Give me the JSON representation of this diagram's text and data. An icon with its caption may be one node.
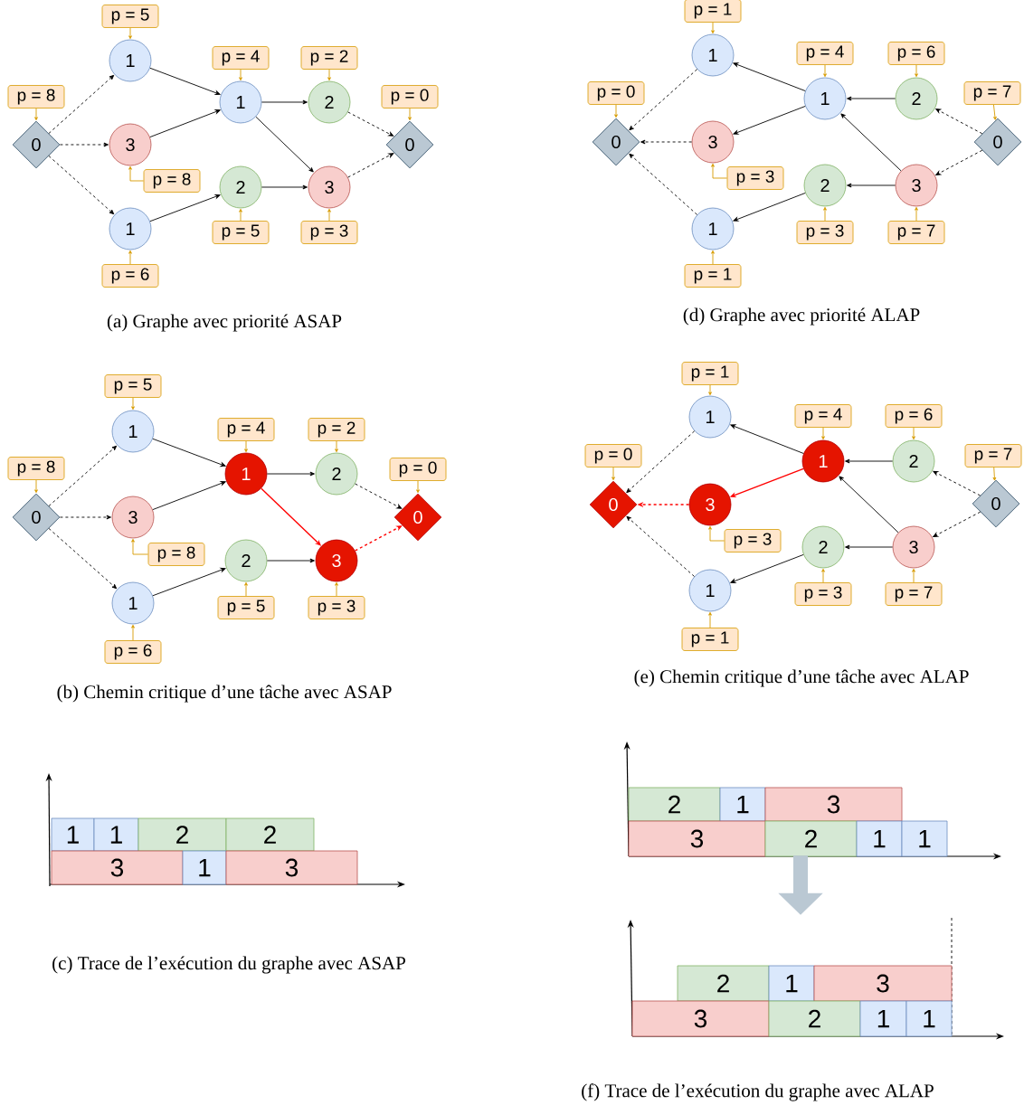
{
  "diagram": {
    "nodes": [
      {
        "text": [
          "0"
        ]
      },
      {
        "text": [
          "1"
        ]
      },
      {
        "text": [
          "3"
        ]
      },
      {
        "text": [
          "1"
        ]
      },
      {
        "text": [
          "1"
        ]
      },
      {
        "text": [
          "2"
        ]
      },
      {
        "text": [
          "2"
        ]
      },
      {
        "text": [
          "3"
        ]
      },
      {
        "text": [
          "0"
        ]
      },
      {
        "text": [
          "p = 8"
        ]
      },
      {
        "text": [
          "p = 5"
        ]
      },
      {
        "text": [
          "p = 8"
        ]
      },
      {
        "text": [
          "p = 6"
        ]
      },
      {
        "text": [
          "p = 4"
        ]
      },
      {
        "text": [
          "p = 2"
        ]
      },
      {
        "text": [
          "p = 5"
        ]
      },
      {
        "text": [
          "p = 3"
        ]
      },
      {
        "text": [
          "p = 0"
        ]
      },
      {
        "text": [
          "0"
        ]
      },
      {
        "text": [
          "1"
        ]
      },
      {
        "text": [
          "3"
        ]
      },
      {
        "text": [
          "1"
        ]
      },
      {
        "text": [
          "1"
        ]
      },
      {
        "text": [
          "2"
        ]
      },
      {
        "text": [
          "2"
        ]
      },
      {
        "text": [
          "3"
        ]
      },
      {
        "text": [
          "0"
        ]
      },
      {
        "text": [
          "p = 0"
        ]
      },
      {
        "text": [
          "p = 1"
        ]
      },
      {
        "text": [
          "p = 3"
        ]
      },
      {
        "text": [
          "p = 1"
        ]
      },
      {
        "text": [
          "p = 4"
        ]
      },
      {
        "text": [
          "p = 6"
        ]
      },
      {
        "text": [
          "p = 3"
        ]
      },
      {
        "text": [
          "p = 7"
        ]
      },
      {
        "text": [
          "p = 7"
        ]
      },
      {
        "text": [
          "0"
        ]
      },
      {
        "text": [
          "1"
        ]
      },
      {
        "text": [
          "3"
        ]
      },
      {
        "text": [
          "1"
        ]
      },
      {
        "text": [
          "1"
        ]
      },
      {
        "text": [
          "2"
        ]
      },
      {
        "text": [
          "2"
        ]
      },
      {
        "text": [
          "3"
        ]
      },
      {
        "text": [
          "0"
        ]
      },
      {
        "text": [
          "p = 8"
        ]
      },
      {
        "text": [
          "p = 5"
        ]
      },
      {
        "text": [
          "p = 8"
        ]
      },
      {
        "text": [
          "p = 6"
        ]
      },
      {
        "text": [
          "p = 4"
        ]
      },
      {
        "text": [
          "p = 2"
        ]
      },
      {
        "text": [
          "p = 5"
        ]
      },
      {
        "text": [
          "p = 3"
        ]
      },
      {
        "text": [
          "p = 0"
        ]
      },
      {
        "text": [
          "0"
        ]
      },
      {
        "text": [
          "1"
        ]
      },
      {
        "text": [
          "3"
        ]
      },
      {
        "text": [
          "1"
        ]
      },
      {
        "text": [
          "1"
        ]
      },
      {
        "text": [
          "2"
        ]
      },
      {
        "text": [
          "2"
        ]
      },
      {
        "text": [
          "3"
        ]
      },
      {
        "text": [
          "0"
        ]
      },
      {
        "text": [
          "p = 0"
        ]
      },
      {
        "text": [
          "p = 1"
        ]
      },
      {
        "text": [
          "p = 3"
        ]
      },
      {
        "text": [
          "p = 1"
        ]
      },
      {
        "text": [
          "p = 4"
        ]
      },
      {
        "text": [
          "p = 6"
        ]
      },
      {
        "text": [
          "p = 3"
        ]
      },
      {
        "text": [
          "p = 7"
        ]
      },
      {
        "text": [
          "p = 7"
        ]
      },
      {
        "text": [],
        "shape": "picture"
      },
      {
        "text": [
          "1"
        ],
        "in": 72
      },
      {
        "text": [
          "1"
        ],
        "in": 72
      },
      {
        "text": [
          "2"
        ],
        "in": 72
      },
      {
        "text": [
          "2"
        ],
        "in": 72
      },
      {
        "text": [
          "3"
        ],
        "in": 72
      },
      {
        "text": [
          "1"
        ],
        "in": 72
      },
      {
        "text": [
          "3"
        ],
        "in": 72
      },
      {
        "text": [],
        "shape": "picture"
      },
      {
        "text": [
          "2"
        ],
        "in": 80
      },
      {
        "text": [
          "1"
        ],
        "in": 80
      },
      {
        "text": [
          "3"
        ],
        "in": 80
      },
      {
        "text": [
          "3"
        ],
        "in": 80
      },
      {
        "text": [
          "2"
        ],
        "in": 80
      },
      {
        "text": [
          "1"
        ],
        "in": 80
      },
      {
        "text": [
          "1"
        ],
        "in": 80
      },
      {
        "text": [],
        "shape": "picture"
      },
      {
        "text": [
          "2"
        ],
        "in": 88
      },
      {
        "text": [
          "1"
        ],
        "in": 88
      },
      {
        "text": [
          "3"
        ],
        "in": 88
      },
      {
        "text": [
          "3"
        ],
        "in": 88
      },
      {
        "text": [
          "2"
        ],
        "in": 88
      },
      {
        "text": [
          "1"
        ],
        "in": 88
      },
      {
        "text": [
          "1"
        ],
        "in": 88
      }
    ],
    "edges": [
      {
        "from": 0,
        "to": 1,
        "arrow": "to",
        "style": "dashed"
      },
      {
        "from": 0,
        "to": 2,
        "arrow": "to",
        "style": "dashed"
      },
      {
        "from": 0,
        "to": 3,
        "arrow": "to",
        "style": "dashed"
      },
      {
        "from": 1,
        "to": 4,
        "arrow": "to"
      },
      {
        "from": 2,
        "to": 4,
        "arrow": "to"
      },
      {
        "from": 3,
        "to": 6,
        "arrow": "to"
      },
      {
        "from": 4,
        "to": 5,
        "arrow": "to"
      },
      {
        "from": 4,
        "to": 7,
        "arrow": "to"
      },
      {
        "from": 6,
        "to": 7,
        "arrow": "to"
      },
      {
        "from": 5,
        "to": 8,
        "arrow": "to",
        "style": "dashed"
      },
      {
        "from": 7,
        "to": 8,
        "arrow": "to",
        "style": "dashed"
      },
      {
        "from": 9,
        "to": 0,
        "arrow": "to",
        "color": "#d79b00"
      },
      {
        "from": 10,
        "to": 1,
        "arrow": "to",
        "color": "#d79b00"
      },
      {
        "from": 11,
        "to": 2,
        "arrow": "to",
        "color": "#d79b00"
      },
      {
        "from": 12,
        "to": 3,
        "arrow": "to",
        "color": "#d79b00"
      },
      {
        "from": 13,
        "to": 4,
        "arrow": "to",
        "color": "#d79b00"
      },
      {
        "from": 14,
        "to": 5,
        "arrow": "to",
        "color": "#d79b00"
      },
      {
        "from": 15,
        "to": 6,
        "arrow": "to",
        "color": "#d79b00"
      },
      {
        "from": 16,
        "to": 7,
        "arrow": "to",
        "color": "#d79b00"
      },
      {
        "from": 17,
        "to": 8,
        "arrow": "to",
        "color": "#d79b00"
      },
      {
        "from": 26,
        "to": 23,
        "arrow": "to",
        "style": "dashed"
      },
      {
        "from": 26,
        "to": 25,
        "arrow": "to",
        "style": "dashed"
      },
      {
        "from": 23,
        "to": 22,
        "arrow": "to"
      },
      {
        "from": 25,
        "to": 22,
        "arrow": "to"
      },
      {
        "from": 25,
        "to": 24,
        "arrow": "to"
      },
      {
        "from": 22,
        "to": 19,
        "arrow": "to"
      },
      {
        "from": 22,
        "to": 20,
        "arrow": "to"
      },
      {
        "from": 24,
        "to": 21,
        "arrow": "to"
      },
      {
        "from": 19,
        "to": 18,
        "arrow": "to",
        "style": "dashed"
      },
      {
        "from": 20,
        "to": 18,
        "arrow": "to",
        "style": "dashed"
      },
      {
        "from": 21,
        "to": 18,
        "arrow": "to",
        "style": "dashed"
      },
      {
        "from": 27,
        "to": 18,
        "arrow": "to",
        "color": "#d79b00"
      },
      {
        "from": 28,
        "to": 19,
        "arrow": "to",
        "color": "#d79b00"
      },
      {
        "from": 29,
        "to": 20,
        "arrow": "to",
        "color": "#d79b00"
      },
      {
        "from": 30,
        "to": 21,
        "arrow": "to",
        "color": "#d79b00"
      },
      {
        "from": 31,
        "to": 22,
        "arrow": "to",
        "color": "#d79b00"
      },
      {
        "from": 32,
        "to": 23,
        "arrow": "to",
        "color": "#d79b00"
      },
      {
        "from": 33,
        "to": 24,
        "arrow": "to",
        "color": "#d79b00"
      },
      {
        "from": 34,
        "to": 25,
        "arrow": "to",
        "color": "#d79b00"
      },
      {
        "from": 35,
        "to": 26,
        "arrow": "to",
        "color": "#d79b00"
      },
      {
        "from": 36,
        "to": 37,
        "arrow": "to",
        "style": "dashed"
      },
      {
        "from": 36,
        "to": 38,
        "arrow": "to",
        "style": "dashed"
      },
      {
        "from": 36,
        "to": 39,
        "arrow": "to",
        "style": "dashed"
      },
      {
        "from": 37,
        "to": 40,
        "arrow": "to"
      },
      {
        "from": 38,
        "to": 40,
        "arrow": "to"
      },
      {
        "from": 39,
        "to": 42,
        "arrow": "to"
      },
      {
        "from": 40,
        "to": 41,
        "arrow": "to"
      },
      {
        "from": 40,
        "to": 43,
        "arrow": "to",
        "color": "#ff0000"
      },
      {
        "from": 42,
        "to": 43,
        "arrow": "to"
      },
      {
        "from": 41,
        "to": 44,
        "arrow": "to",
        "style": "dashed"
      },
      {
        "from": 43,
        "to": 44,
        "arrow": "to",
        "style": "dashed",
        "color": "#ff0000"
      },
      {
        "from": 45,
        "to": 36,
        "arrow": "to",
        "color": "#d79b00"
      },
      {
        "from": 46,
        "to": 37,
        "arrow": "to",
        "color": "#d79b00"
      },
      {
        "from": 47,
        "to": 38,
        "arrow": "to",
        "color": "#d79b00"
      },
      {
        "from": 48,
        "to": 39,
        "arrow": "to",
        "color": "#d79b00"
      },
      {
        "from": 49,
        "to": 40,
        "arrow": "to",
        "color": "#d79b00"
      },
      {
        "from": 50,
        "to": 41,
        "arrow": "to",
        "color": "#d79b00"
      },
      {
        "from": 51,
        "to": 42,
        "arrow": "to",
        "color": "#d79b00"
      },
      {
        "from": 52,
        "to": 43,
        "arrow": "to",
        "color": "#d79b00"
      },
      {
        "from": 53,
        "to": 44,
        "arrow": "to",
        "color": "#d79b00"
      },
      {
        "from": 62,
        "to": 59,
        "arrow": "to",
        "style": "dashed"
      },
      {
        "from": 62,
        "to": 61,
        "arrow": "to",
        "style": "dashed"
      },
      {
        "from": 59,
        "to": 58,
        "arrow": "to"
      },
      {
        "from": 61,
        "to": 58,
        "arrow": "to"
      },
      {
        "from": 61,
        "to": 60,
        "arrow": "to"
      },
      {
        "from": 58,
        "to": 55,
        "arrow": "to"
      },
      {
        "from": 58,
        "to": 56,
        "arrow": "to",
        "color": "#ff0000"
      },
      {
        "from": 60,
        "to": 57,
        "arrow": "to"
      },
      {
        "from": 55,
        "to": 54,
        "arrow": "to",
        "style": "dashed"
      },
      {
        "from": 56,
        "to": 54,
        "arrow": "to",
        "style": "dashed",
        "color": "#ff0000"
      },
      {
        "from": 57,
        "to": 54,
        "arrow": "to",
        "style": "dashed"
      },
      {
        "from": 63,
        "to": 54,
        "arrow": "to",
        "color": "#d79b00"
      },
      {
        "from": 64,
        "to": 55,
        "arrow": "to",
        "color": "#d79b00"
      },
      {
        "from": 65,
        "to": 56,
        "arrow": "to",
        "color": "#d79b00"
      },
      {
        "from": 66,
        "to": 57,
        "arrow": "to",
        "color": "#d79b00"
      },
      {
        "from": 67,
        "to": 58,
        "arrow": "to",
        "color": "#d79b00"
      },
      {
        "from": 68,
        "to": 59,
        "arrow": "to",
        "color": "#d79b00"
      },
      {
        "from": 69,
        "to": 60,
        "arrow": "to",
        "color": "#d79b00"
      },
      {
        "from": 70,
        "to": 61,
        "arrow": "to",
        "color": "#d79b00"
      },
      {
        "from": 71,
        "to": 62,
        "arrow": "to",
        "color": "#d79b00"
      },
      {
        "from": 80,
        "to": 88,
        "arrow": "to",
        "style": "thick",
        "color": "#bac8d3"
      }
    ],
    "labels": [
      "(a) Graphe avec priorité ASAP",
      "(d) Graphe avec priorité ALAP",
      "(b) Chemin critique d’une tâche avec ASAP",
      "(e) Chemin critique d’une tâche avec ALAP",
      "(c) Trace de l’exécution du graphe avec ASAP",
      "(f) Trace de l’exécution du graphe avec ALAP"
    ]
  }
}
